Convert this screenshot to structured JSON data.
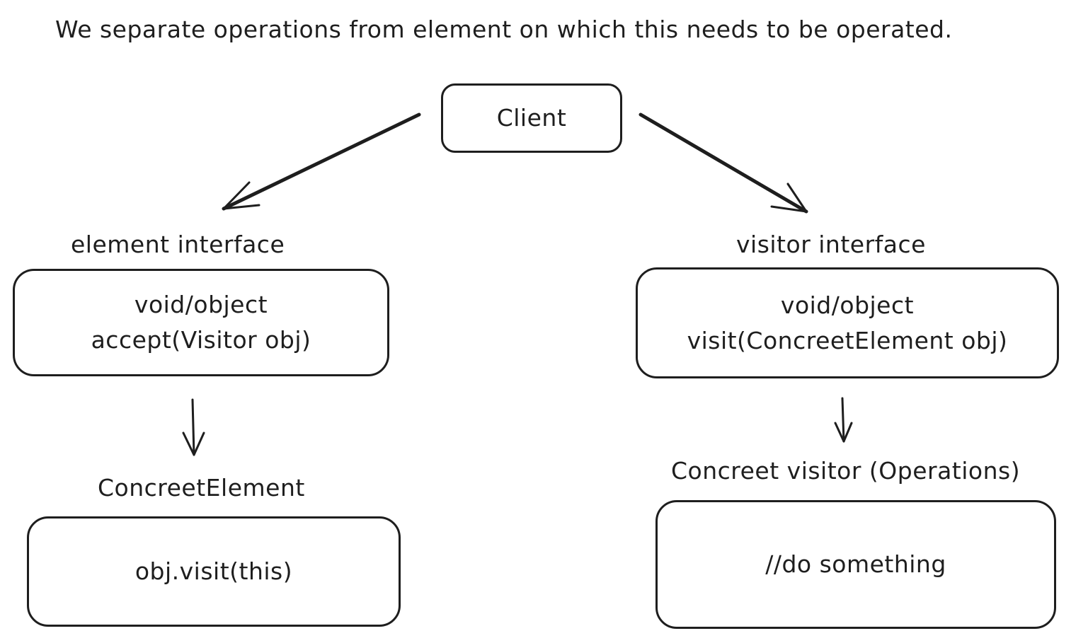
{
  "title": "We separate operations from element on which this needs to be operated.",
  "client": {
    "label": "Client"
  },
  "element_interface": {
    "heading": "element interface",
    "line1": "void/object",
    "line2": "accept(Visitor obj)"
  },
  "visitor_interface": {
    "heading": "visitor interface",
    "line1": "void/object",
    "line2": "visit(ConcreetElement obj)"
  },
  "concrete_element": {
    "heading": "ConcreetElement",
    "body": "obj.visit(this)"
  },
  "concrete_visitor": {
    "heading": "Concreet visitor (Operations)",
    "body": "//do something"
  },
  "colors": {
    "stroke": "#1e1e1e",
    "background": "#ffffff"
  }
}
